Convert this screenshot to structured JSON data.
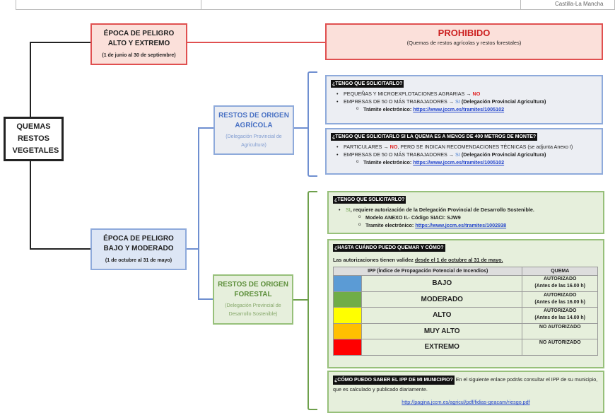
{
  "header": {
    "region": "Castilla-La Mancha"
  },
  "root": {
    "title": "QUEMAS RESTOS VEGETALES"
  },
  "high_season": {
    "title": "ÉPOCA DE PELIGRO ALTO Y EXTREMO",
    "dates": "(1 de junio al 30 de septiembre)"
  },
  "prohibited": {
    "title": "PROHIBIDO",
    "subtitle": "(Quemas de restos agrícolas y restos forestales)"
  },
  "low_season": {
    "title": "ÉPOCA DE PELIGRO BAJO Y MODERADO",
    "dates": "(1 de octubre al 31 de mayo)"
  },
  "agri": {
    "title": "RESTOS DE ORIGEN AGRÍCOLA",
    "sub": "(Delegación Provincial de Agricultura)",
    "box1": {
      "q": "¿TENGO QUE SOLICITARLO?",
      "i1": "PEQUEÑAS Y MICROEXPLOTACIONES AGRARIAS → ",
      "i1b": "NO",
      "i2": "EMPRESAS DE 50 O MÁS TRABAJADORES → ",
      "i2b": "SI",
      "i2c": " (Delegación Provincial Agricultura)",
      "s1": "Trámite electrónico: ",
      "link": "https://www.jccm.es/tramites/1005102"
    },
    "box2": {
      "q": "¿TENGO QUE SOLICITARLO SI LA QUEMA ES A MENOS DE 400 METROS DE MONTE?",
      "i1": "PARTICULARES → ",
      "i1b": "NO",
      "i1c": ", PERO SE INDICAN RECOMENDACIONES TÉCNICAS (se adjunta Anexo I)",
      "i2": "EMPRESAS DE 50 O MÁS TRABAJADORES → ",
      "i2b": "SI",
      "i2c": " (Delegación Provincial Agricultura)",
      "s1": "Trámite electrónico: ",
      "link": "https://www.jccm.es/tramites/1005102"
    }
  },
  "forest": {
    "title": "RESTOS DE ORIGEN FORESTAL",
    "sub": "(Delegación Provincial de Desarrollo Sostenible)",
    "box1": {
      "q": "¿TENGO QUE SOLICITARLO?",
      "i1a": "SI",
      "i1": ", requiere autorización de la Delegación Provincial de Desarrollo Sostenible.",
      "s1": "Modelo ANEXO II.- Código SIACI: SJW9",
      "s2": "Tramite electrónico: ",
      "link": "https://www.jccm.es/tramites/1002938"
    },
    "box2": {
      "q": "¿HASTA CUÁNDO PUEDO QUEMAR Y CÓMO?",
      "text": "Las autorizaciones tienen validez ",
      "text_u": "desde el 1 de octubre al 31 de mayo.",
      "col1": "IPP (Índice de Propagación Potencial de Incendios)",
      "col2": "QUEMA",
      "rows": [
        {
          "level": "BAJO",
          "color": "#5b9bd5",
          "status": "AUTORIZADO",
          "note": "(Antes de las 16.00 h)"
        },
        {
          "level": "MODERADO",
          "color": "#70ad47",
          "status": "AUTORIZADO",
          "note": "(Antes de las 16.00 h)"
        },
        {
          "level": "ALTO",
          "color": "#ffff00",
          "status": "AUTORIZADO",
          "note": "(Antes de las 14.00 h)"
        },
        {
          "level": "MUY ALTO",
          "color": "#ffc000",
          "status": "NO AUTORIZADO",
          "note": ""
        },
        {
          "level": "EXTREMO",
          "color": "#ff0000",
          "status": "NO AUTORIZADO",
          "note": ""
        }
      ]
    },
    "box3": {
      "q": "¿CÓMO PUEDO SABER EL IPP DE MI MUNICIPIO?",
      "text": " En el siguiente enlace podrás consultar el IPP de su municipio, que es calculado y publicado diariamente.",
      "link": "http://pagina.jccm.es/agricul/pdf/fidias-geacam/riesgo.pdf"
    }
  }
}
